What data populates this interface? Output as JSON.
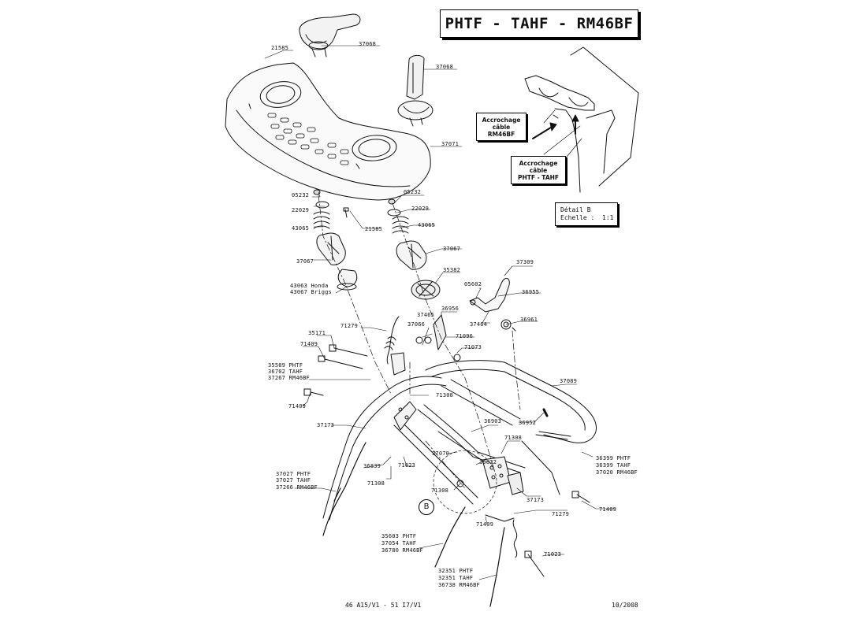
{
  "title": "PHTF - TAHF - RM46BF",
  "detail": {
    "line1": "Détail B",
    "line2": "Echelle :",
    "scale": "1:1",
    "callout_rm46bf": [
      "Accrochage",
      "câble",
      "RM46BF"
    ],
    "callout_phtf": [
      "Accrochage",
      "câble",
      "PHTF - TAHF"
    ]
  },
  "callout_letter": "B",
  "footer": {
    "reference": "46 A15/V1  -  51 I7/V1",
    "date": "10/2008"
  },
  "parts": [
    {
      "id": "p-21585-top",
      "label": "21585"
    },
    {
      "id": "p-37068-a",
      "label": "37068"
    },
    {
      "id": "p-37068-b",
      "label": "37068"
    },
    {
      "id": "p-37071",
      "label": "37071"
    },
    {
      "id": "p-05232-l",
      "label": "05232"
    },
    {
      "id": "p-22029-l",
      "label": "22029"
    },
    {
      "id": "p-43065-l",
      "label": "43065"
    },
    {
      "id": "p-21585-mid",
      "label": "21585"
    },
    {
      "id": "p-37067-l",
      "label": "37067"
    },
    {
      "id": "p-43063",
      "label": "43063 Honda"
    },
    {
      "id": "p-43067",
      "label": "43067 Briggs"
    },
    {
      "id": "p-05232-r",
      "label": "05232"
    },
    {
      "id": "p-22029-r",
      "label": "22029"
    },
    {
      "id": "p-43065-r",
      "label": "43065"
    },
    {
      "id": "p-37067-r",
      "label": "37067"
    },
    {
      "id": "p-35382",
      "label": "35382"
    },
    {
      "id": "p-37309",
      "label": "37309"
    },
    {
      "id": "p-05602",
      "label": "05602"
    },
    {
      "id": "p-36955",
      "label": "36955"
    },
    {
      "id": "p-36956",
      "label": "36956"
    },
    {
      "id": "p-37465",
      "label": "37465"
    },
    {
      "id": "p-37464",
      "label": "37464"
    },
    {
      "id": "p-36961",
      "label": "36961"
    },
    {
      "id": "p-37066",
      "label": "37066"
    },
    {
      "id": "p-71096",
      "label": "71096"
    },
    {
      "id": "p-71073",
      "label": "71073"
    },
    {
      "id": "p-71279-a",
      "label": "71279"
    },
    {
      "id": "p-35171",
      "label": "35171"
    },
    {
      "id": "p-71409-a",
      "label": "71409"
    },
    {
      "id": "p-35589",
      "label": "35589 PHTF"
    },
    {
      "id": "p-36702",
      "label": "36702 TAHF"
    },
    {
      "id": "p-37267",
      "label": "37267 RM46BF"
    },
    {
      "id": "p-37089",
      "label": "37089"
    },
    {
      "id": "p-71308-a",
      "label": "71308"
    },
    {
      "id": "p-71409-b",
      "label": "71409"
    },
    {
      "id": "p-36903",
      "label": "36903"
    },
    {
      "id": "p-36952",
      "label": "36952"
    },
    {
      "id": "p-37173-a",
      "label": "37173"
    },
    {
      "id": "p-71308-b",
      "label": "71308"
    },
    {
      "id": "p-37070",
      "label": "37070"
    },
    {
      "id": "p-36399-a",
      "label": "36399 PHTF"
    },
    {
      "id": "p-36399-b",
      "label": "36399 TAHF"
    },
    {
      "id": "p-37020",
      "label": "37020 RM46BF"
    },
    {
      "id": "p-36822",
      "label": "36822"
    },
    {
      "id": "p-36839",
      "label": "36839"
    },
    {
      "id": "p-71023-a",
      "label": "71023"
    },
    {
      "id": "p-71308-c",
      "label": "71308"
    },
    {
      "id": "p-37027-a",
      "label": "37027 PHTF"
    },
    {
      "id": "p-37027-b",
      "label": "37027 TAHF"
    },
    {
      "id": "p-37266",
      "label": "37266 RM46BF"
    },
    {
      "id": "p-71308-d",
      "label": "71308"
    },
    {
      "id": "p-37173-b",
      "label": "37173"
    },
    {
      "id": "p-71409-c",
      "label": "71409"
    },
    {
      "id": "p-71279-b",
      "label": "71279"
    },
    {
      "id": "p-71409-d",
      "label": "71409"
    },
    {
      "id": "p-35603",
      "label": "35603 PHTF"
    },
    {
      "id": "p-37054",
      "label": "37054 TAHF"
    },
    {
      "id": "p-36780",
      "label": "36780 RM46BF"
    },
    {
      "id": "p-71023-b",
      "label": "71023"
    },
    {
      "id": "p-32351-a",
      "label": "32351 PHTF"
    },
    {
      "id": "p-32351-b",
      "label": "32351 TAHF"
    },
    {
      "id": "p-36738",
      "label": "36738 RM46BF"
    }
  ]
}
